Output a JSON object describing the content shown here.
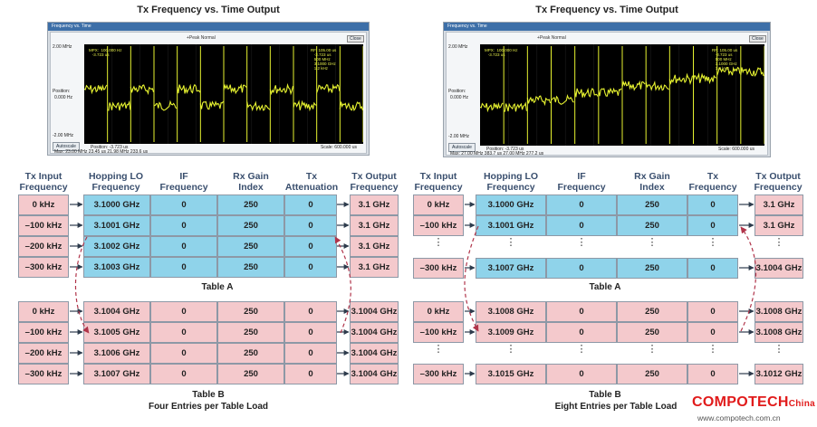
{
  "left_plot_title": "Tx Frequency vs. Time Output",
  "right_plot_title": "Tx Frequency vs. Time Output",
  "scope_left": {
    "window_title": "Frequency vs. Time",
    "close_label": "Close",
    "peak_label": "+Peak Normal",
    "top_freq": "2.00 MHz",
    "bottom_freq": "-2.00 MHz",
    "position_label": "Position:",
    "position_value": "0.000 Hz",
    "autoscale_label": "Autoscale",
    "pos_readout": "Position: -3.723 us",
    "scale_readout": "Scale: 600.000 us",
    "status_line": "Max: 23.00 MHz   23.45 us   21.98 MHz   233.6 us",
    "readout_left": "MPX:  100.000 Hz\n   -3.723 us",
    "readout_right": "RF: 105.00 us\n   -3.723 us\n   500 MHz\n   3.1000 GHz\n   1.2 kHz"
  },
  "scope_right": {
    "window_title": "Frequency vs. Time",
    "close_label": "Close",
    "peak_label": "+Peak Normal",
    "top_freq": "2.00 MHz",
    "bottom_freq": "-2.00 MHz",
    "position_label": "Position:",
    "position_value": "0.000 Hz",
    "autoscale_label": "Autoscale",
    "pos_readout": "Position: -3.723 us",
    "scale_readout": "Scale: 600.000 us",
    "status_line": "Max: 27.00 MHz   383.7 us   27.00 MHz   277.2 us",
    "readout_left": "MPX:  100.000 Hz\n   -3.723 us",
    "readout_right": "RF: 105.00 us\n   -3.723 us\n   500 MHz\n   3.1000 GHz\n   1.2 kHz"
  },
  "left": {
    "headers": {
      "input": "Tx Input\nFrequency",
      "lo": "Hopping LO\nFrequency",
      "if": "IF\nFrequency",
      "gain": "Rx Gain\nIndex",
      "atten": "Tx\nAttenuation",
      "output": "Tx Output\nFrequency"
    },
    "table_a": {
      "inputs": [
        "0 kHz",
        "–100 kHz",
        "–200 kHz",
        "–300 kHz"
      ],
      "rows": [
        {
          "lo": "3.1000 GHz",
          "if": "0",
          "gain": "250",
          "atten": "0",
          "out": "3.1 GHz"
        },
        {
          "lo": "3.1001 GHz",
          "if": "0",
          "gain": "250",
          "atten": "0",
          "out": "3.1 GHz"
        },
        {
          "lo": "3.1002 GHz",
          "if": "0",
          "gain": "250",
          "atten": "0",
          "out": "3.1 GHz"
        },
        {
          "lo": "3.1003 GHz",
          "if": "0",
          "gain": "250",
          "atten": "0",
          "out": "3.1 GHz"
        }
      ],
      "label": "Table A"
    },
    "table_b": {
      "inputs": [
        "0 kHz",
        "–100 kHz",
        "–200 kHz",
        "–300 kHz"
      ],
      "rows": [
        {
          "lo": "3.1004 GHz",
          "if": "0",
          "gain": "250",
          "atten": "0",
          "out": "3.1004 GHz"
        },
        {
          "lo": "3.1005 GHz",
          "if": "0",
          "gain": "250",
          "atten": "0",
          "out": "3.1004 GHz"
        },
        {
          "lo": "3.1006 GHz",
          "if": "0",
          "gain": "250",
          "atten": "0",
          "out": "3.1004 GHz"
        },
        {
          "lo": "3.1007 GHz",
          "if": "0",
          "gain": "250",
          "atten": "0",
          "out": "3.1004 GHz"
        }
      ],
      "label": "Table B"
    },
    "caption": "Four Entries per Table Load"
  },
  "right": {
    "headers": {
      "input": "Tx Input\nFrequency",
      "lo": "Hopping LO\nFrequency",
      "if": "IF\nFrequency",
      "gain": "Rx Gain\nIndex",
      "atten": "Tx\nFrequency",
      "output": "Tx Output\nFrequency"
    },
    "table_a": {
      "inputs": [
        "0 kHz",
        "–100 kHz",
        "–300 kHz"
      ],
      "rows": [
        {
          "lo": "3.1000 GHz",
          "if": "0",
          "gain": "250",
          "atten": "0",
          "out": "3.1 GHz"
        },
        {
          "lo": "3.1001 GHz",
          "if": "0",
          "gain": "250",
          "atten": "0",
          "out": "3.1 GHz"
        },
        {
          "lo": "3.1007 GHz",
          "if": "0",
          "gain": "250",
          "atten": "0",
          "out": "3.1004 GHz"
        }
      ],
      "label": "Table A"
    },
    "table_b": {
      "inputs": [
        "0 kHz",
        "–100 kHz",
        "–300 kHz"
      ],
      "rows": [
        {
          "lo": "3.1008 GHz",
          "if": "0",
          "gain": "250",
          "atten": "0",
          "out": "3.1008 GHz"
        },
        {
          "lo": "3.1009 GHz",
          "if": "0",
          "gain": "250",
          "atten": "0",
          "out": "3.1008 GHz"
        },
        {
          "lo": "3.1015 GHz",
          "if": "0",
          "gain": "250",
          "atten": "0",
          "out": "3.1012 GHz"
        }
      ],
      "label": "Table B"
    },
    "caption": "Eight Entries per Table Load",
    "ellipsis": "⋮"
  },
  "watermark": {
    "brand": "COMPOTECH",
    "brand_suffix": "China",
    "url": "www.compotech.com.cn"
  },
  "colors": {
    "pink": "#f4c9cc",
    "blue": "#8fd3ea",
    "trace": "#e6f230",
    "arrow_dash": "#b0344a",
    "brand": "#e11b1b"
  }
}
